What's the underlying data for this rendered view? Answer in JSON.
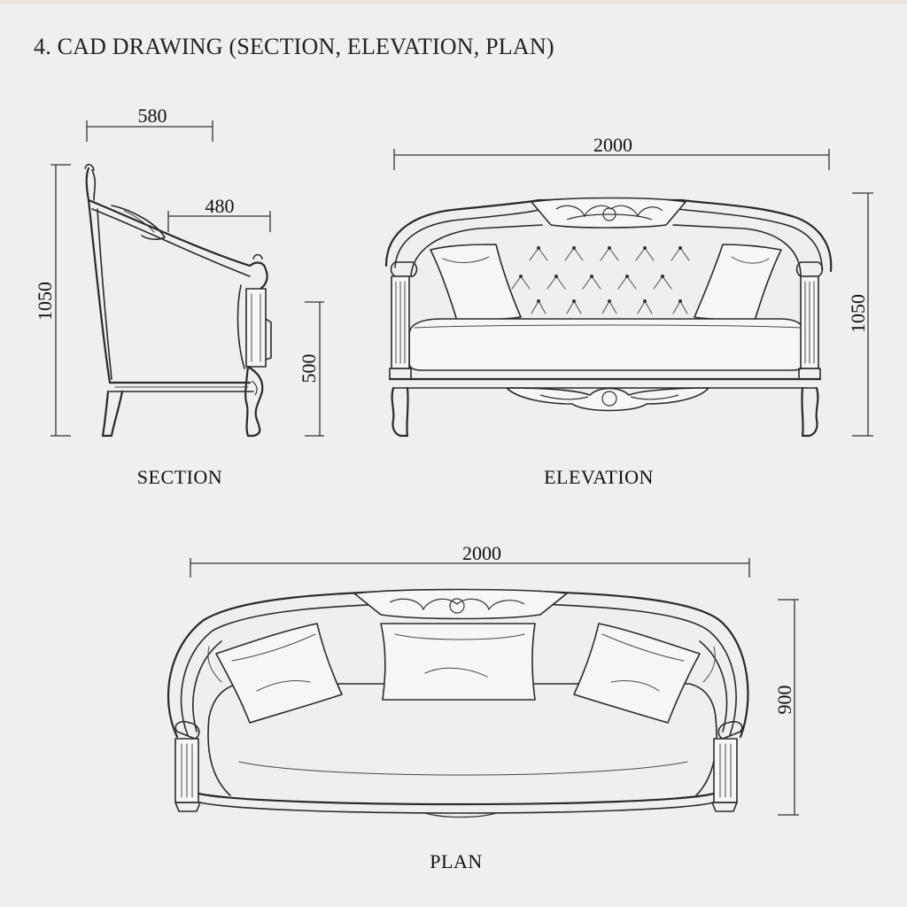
{
  "title": "4. CAD DRAWING (SECTION, ELEVATION, PLAN)",
  "section": {
    "label": "SECTION",
    "dim_depth": "580",
    "dim_seat_depth": "480",
    "dim_height": "1050",
    "dim_seat_height": "500"
  },
  "elevation": {
    "label": "ELEVATION",
    "dim_width": "2000",
    "dim_height": "1050"
  },
  "plan": {
    "label": "PLAN",
    "dim_width": "2000",
    "dim_depth": "900"
  },
  "colors": {
    "background": "#efefef",
    "line": "#2a2a2a"
  }
}
